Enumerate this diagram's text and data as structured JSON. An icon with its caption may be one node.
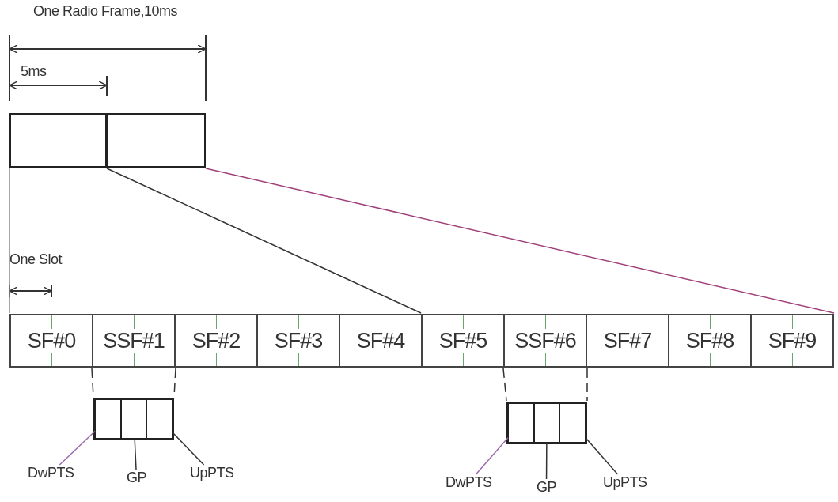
{
  "diagram": {
    "nodes": [
      {
        "text": [],
        "shape": "box"
      },
      {
        "text": [],
        "shape": "box"
      },
      {
        "text": [
          "SF#0"
        ]
      },
      {
        "text": [
          "SSF#1"
        ]
      },
      {
        "text": [
          "SF#2"
        ]
      },
      {
        "text": [
          "SF#3"
        ]
      },
      {
        "text": [
          "SF#4"
        ]
      },
      {
        "text": [
          "SF#5"
        ]
      },
      {
        "text": [
          "SSF#6"
        ]
      },
      {
        "text": [
          "SF#7"
        ]
      },
      {
        "text": [
          "SF#8"
        ]
      },
      {
        "text": [
          "SF#9"
        ]
      },
      {
        "text": [],
        "shape": "box"
      },
      {
        "text": [],
        "shape": "box",
        "in": 12
      },
      {
        "text": [],
        "shape": "box",
        "in": 12
      },
      {
        "text": [],
        "shape": "box",
        "in": 12
      },
      {
        "text": [
          "DwPTS"
        ]
      },
      {
        "text": [
          "GP"
        ]
      },
      {
        "text": [
          "UpPTS"
        ]
      },
      {
        "text": [],
        "shape": "box"
      },
      {
        "text": [],
        "shape": "box",
        "in": 19
      },
      {
        "text": [],
        "shape": "box",
        "in": 19
      },
      {
        "text": [],
        "shape": "box",
        "in": 19
      },
      {
        "text": [
          "DwPTS"
        ]
      },
      {
        "text": [
          "GP"
        ]
      },
      {
        "text": [
          "UpPTS"
        ]
      }
    ],
    "edges": [
      {
        "from": 16,
        "to": 13,
        "arrow": "none",
        "color": "#9a6aae"
      },
      {
        "from": 17,
        "to": 14,
        "arrow": "none"
      },
      {
        "from": 18,
        "to": 15,
        "arrow": "none"
      },
      {
        "from": 23,
        "to": 20,
        "arrow": "none",
        "color": "#9a6aae"
      },
      {
        "from": 24,
        "to": 21,
        "arrow": "none"
      },
      {
        "from": 25,
        "to": 22,
        "arrow": "none"
      },
      {
        "from": 0,
        "to": 2,
        "arrow": "none",
        "color": "#888888"
      },
      {
        "from": 1,
        "to": 7,
        "arrow": "none"
      },
      {
        "from": 1,
        "to": 11,
        "arrow": "none",
        "color": "#a0407a"
      },
      {
        "from": 3,
        "to": 12,
        "arrow": "none",
        "style": "dashed"
      },
      {
        "from": 3,
        "to": 12,
        "arrow": "none",
        "style": "dashed"
      },
      {
        "from": 8,
        "to": 19,
        "arrow": "none",
        "style": "dashed"
      },
      {
        "from": 8,
        "to": 19,
        "arrow": "none",
        "style": "dashed"
      }
    ],
    "labels": [
      "One Radio Frame,10ms",
      "5ms",
      "One Slot"
    ]
  }
}
